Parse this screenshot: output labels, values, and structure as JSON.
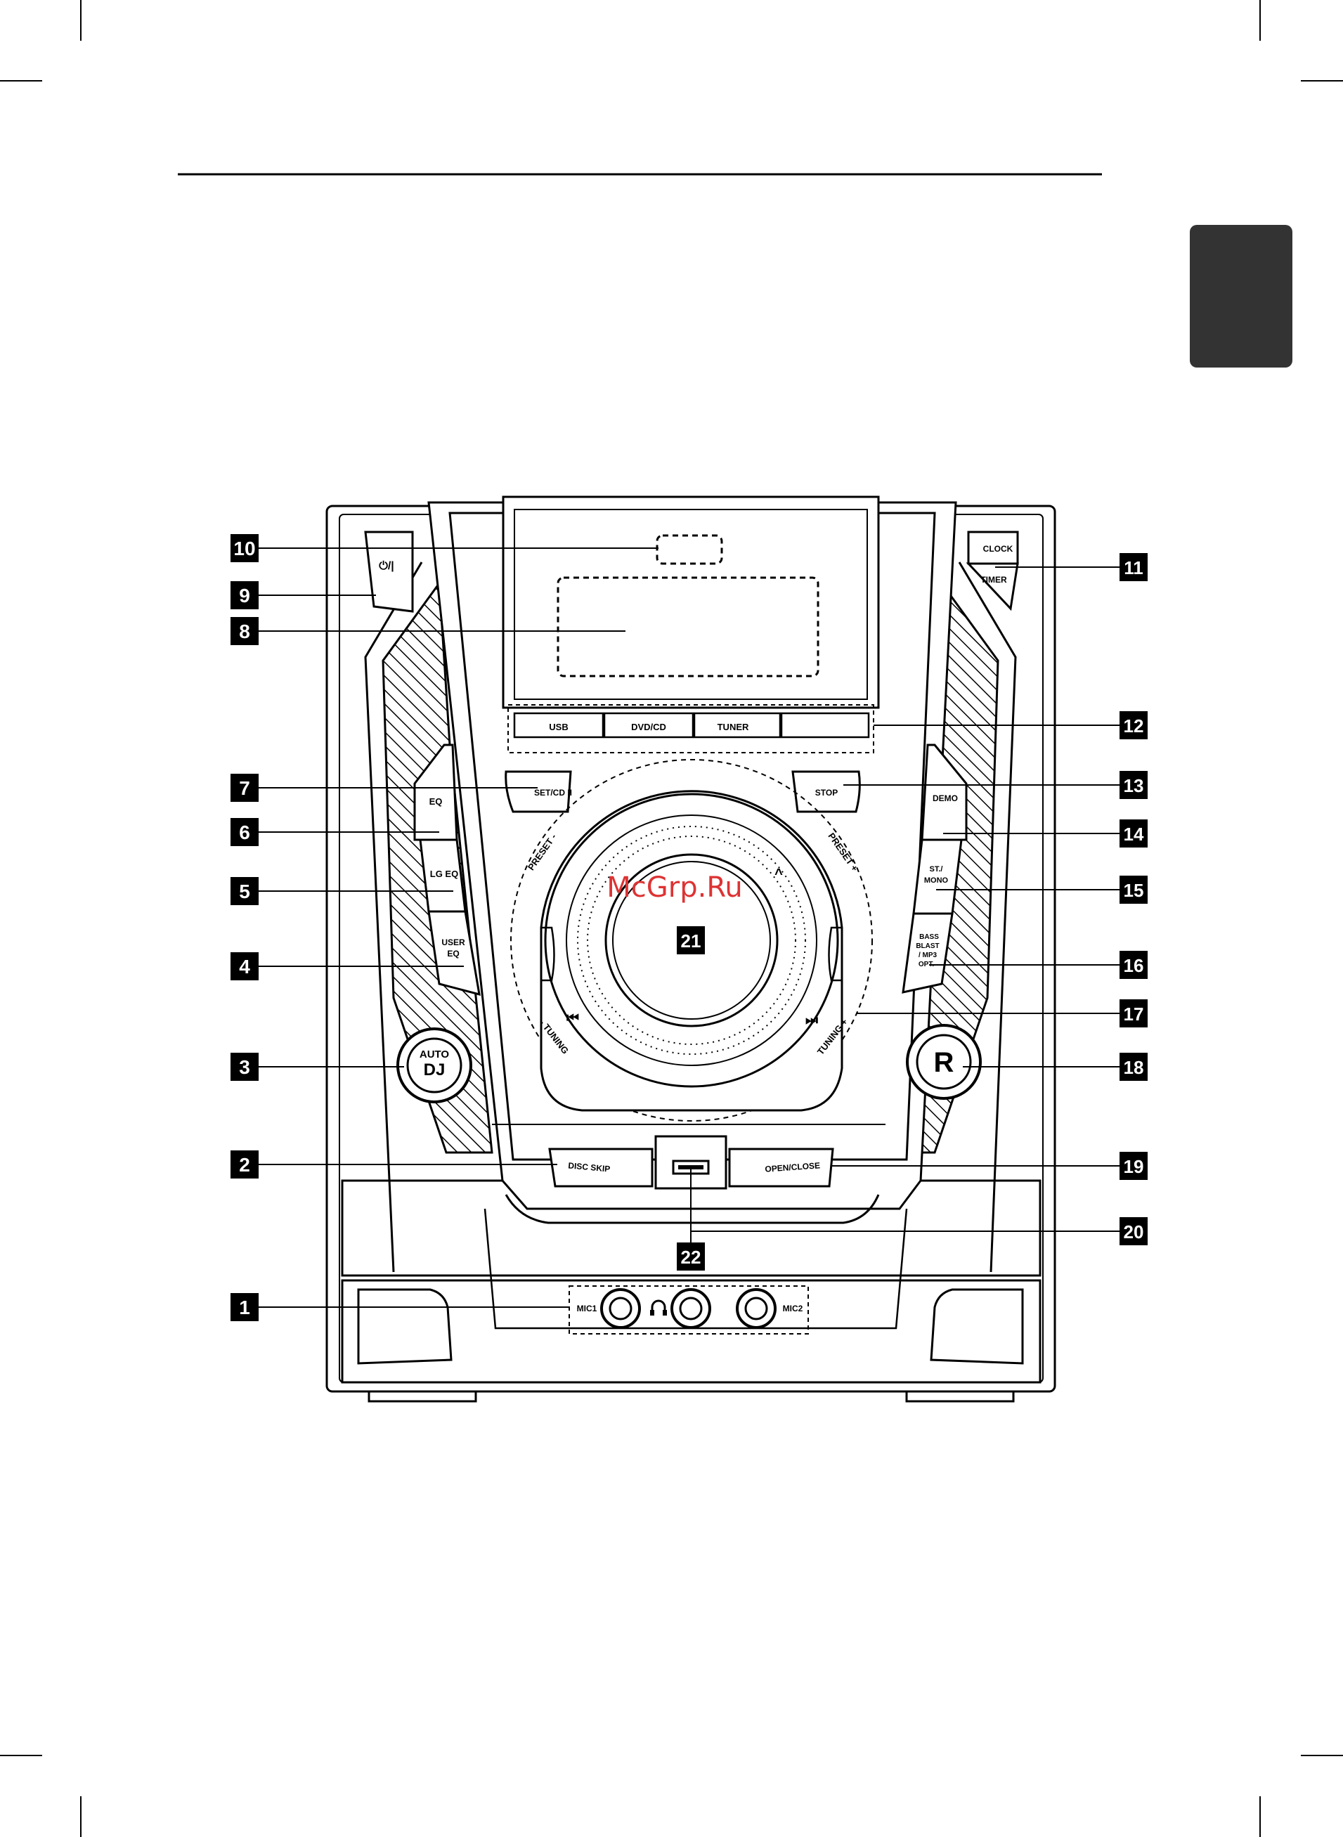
{
  "device": {
    "power_label": "⏻/|",
    "clock_label": "CLOCK",
    "timer_label": "TIMER",
    "usb_label": "USB",
    "dvdcd_label": "DVD/CD",
    "tuner_label": "TUNER",
    "setcd_label": "SET/CD II",
    "stop_label": "STOP",
    "eq_label": "EQ",
    "lgeq_label": "LG EQ",
    "usereq_line1": "USER",
    "usereq_line2": "EQ",
    "demo_label": "DEMO",
    "stmono_line1": "ST./",
    "stmono_line2": "MONO",
    "bass_line1": "BASS",
    "bass_line2": "BLAST",
    "bass_line3": "/ MP3",
    "bass_line4": "OPT.",
    "preset_minus": "PRESET -",
    "preset_plus": "PRESET +",
    "tuning_minus": "- TUNING",
    "tuning_plus": "TUNING +",
    "prev_symbol": "⏮",
    "next_symbol": "⏭",
    "up_symbol": "^",
    "autodj_line1": "AUTO",
    "autodj_line2": "DJ",
    "r_label": "R",
    "discskip_label": "DISC SKIP",
    "openclose_label": "OPEN/CLOSE",
    "mic1_label": "MIC1",
    "mic2_label": "MIC2",
    "headphone_icon": "headphone-icon"
  },
  "callouts": {
    "n1": "1",
    "n2": "2",
    "n3": "3",
    "n4": "4",
    "n5": "5",
    "n6": "6",
    "n7": "7",
    "n8": "8",
    "n9": "9",
    "n10": "10",
    "n11": "11",
    "n12": "12",
    "n13": "13",
    "n14": "14",
    "n15": "15",
    "n16": "16",
    "n17": "17",
    "n18": "18",
    "n19": "19",
    "n20": "20",
    "n21": "21",
    "n22": "22"
  },
  "watermark": "McGrp.Ru",
  "colors": {
    "ink": "#000000",
    "tab": "#333333",
    "watermark": "#dd3333"
  }
}
